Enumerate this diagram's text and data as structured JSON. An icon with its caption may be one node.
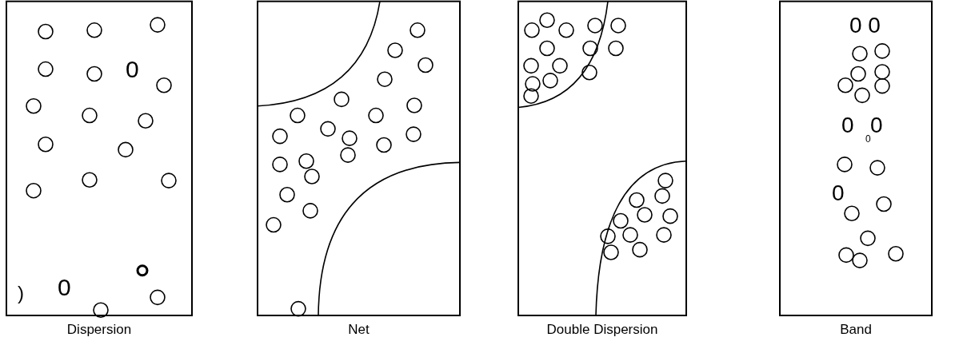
{
  "diagram": {
    "nodes": [
      {
        "text": [
          "Dispersion"
        ]
      },
      {
        "text": [
          "Net"
        ]
      },
      {
        "text": [
          "Double Dispersion"
        ]
      },
      {
        "text": [
          "Band"
        ]
      }
    ],
    "labels": [
      "0",
      "0",
      ")",
      "0 0",
      "0",
      "0",
      "0",
      "0"
    ]
  }
}
